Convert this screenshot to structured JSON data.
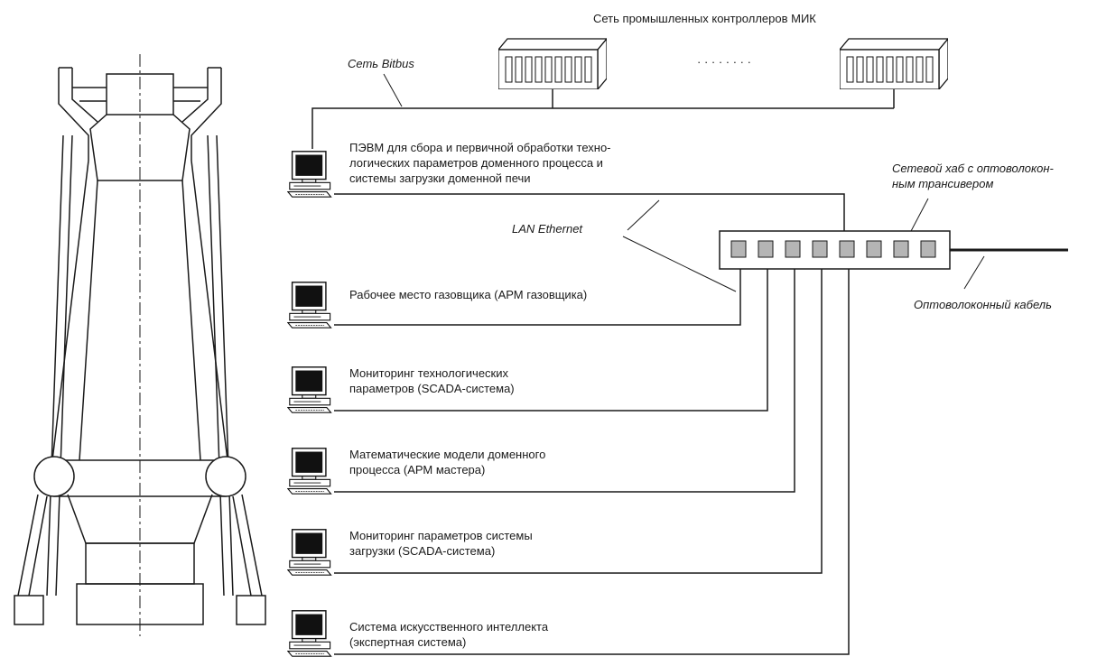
{
  "network": {
    "controllers_title": "Сеть промышленных контроллеров МИК",
    "bitbus_label": "Сеть Bitbus",
    "lan_label": "LAN Ethernet",
    "hub_label": "Сетевой хаб с оптоволокон-\nным трансивером",
    "fiber_label": "Оптоволоконный кабель",
    "ellipsis": "· · · · · · · ·"
  },
  "workstations": [
    {
      "label": "ПЭВМ для сбора и первичной обработки техно-\nлогических параметров доменного процесса и\nсистемы загрузки доменной печи"
    },
    {
      "label": "Рабочее место газовщика (АРМ газовщика)"
    },
    {
      "label": "Мониторинг технологических\nпараметров (SCADA-система)"
    },
    {
      "label": "Математические модели доменного\nпроцесса (АРМ мастера)"
    },
    {
      "label": "Мониторинг параметров системы\n загрузки (SCADA-система)"
    },
    {
      "label": "Система искусственного интеллекта\n(экспертная система)"
    }
  ],
  "colors": {
    "line": "#1a1a1a",
    "port_fill": "#b5b5b5",
    "screen": "#111111"
  }
}
